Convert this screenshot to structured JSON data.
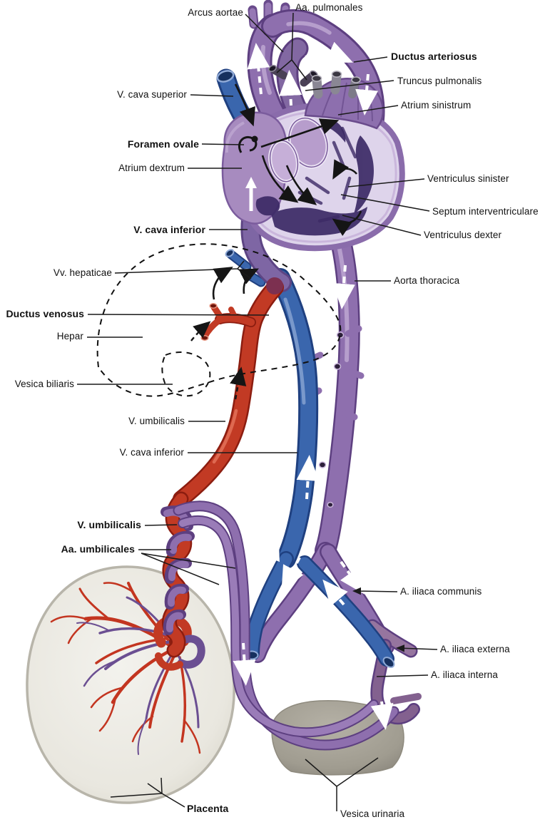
{
  "figure": {
    "type": "anatomical-diagram",
    "subject": "Fetal (prenatal) circulation with heart, great vessels, liver outline, umbilical cord, placenta and urinary bladder",
    "background_color": "#ffffff"
  },
  "colors": {
    "artery_mixed_purple": "#8e6fae",
    "vein_blue": "#3a66ad",
    "oxygenated_red": "#c23a24",
    "heart_interior": "#ded4eb",
    "heart_muscle_dark": "#3c2a66",
    "organ_grey": "#a8a49a",
    "placenta_fill": "#edece6",
    "label_text": "#111111",
    "leader_line": "#1a1a1a",
    "flow_arrow_white": "#ffffff",
    "flow_arrow_black": "#151515"
  },
  "labels": [
    {
      "id": "arcus-aortae",
      "text": "Arcus aortae",
      "bold": false
    },
    {
      "id": "aa-pulmonales",
      "text": "Aa. pulmonales",
      "bold": false
    },
    {
      "id": "ductus-arteriosus",
      "text": "Ductus arteriosus",
      "bold": true
    },
    {
      "id": "truncus-pulmonalis",
      "text": "Truncus pulmonalis",
      "bold": false
    },
    {
      "id": "atrium-sinistrum",
      "text": "Atrium sinistrum",
      "bold": false
    },
    {
      "id": "v-cava-superior",
      "text": "V. cava superior",
      "bold": false
    },
    {
      "id": "foramen-ovale",
      "text": "Foramen ovale",
      "bold": true
    },
    {
      "id": "atrium-dextrum",
      "text": "Atrium dextrum",
      "bold": false
    },
    {
      "id": "ventriculus-sinister",
      "text": "Ventriculus sinister",
      "bold": false
    },
    {
      "id": "septum-interventriculare",
      "text": "Septum interventriculare",
      "bold": false
    },
    {
      "id": "ventriculus-dexter",
      "text": "Ventriculus dexter",
      "bold": false
    },
    {
      "id": "v-cava-inferior-upper",
      "text": "V. cava inferior",
      "bold": true
    },
    {
      "id": "vv-hepaticae",
      "text": "Vv. hepaticae",
      "bold": false
    },
    {
      "id": "aorta-thoracica",
      "text": "Aorta thoracica",
      "bold": false
    },
    {
      "id": "ductus-venosus",
      "text": "Ductus venosus",
      "bold": true
    },
    {
      "id": "hepar",
      "text": "Hepar",
      "bold": false
    },
    {
      "id": "vesica-biliaris",
      "text": "Vesica biliaris",
      "bold": false
    },
    {
      "id": "v-umbilicalis-upper",
      "text": "V. umbilicalis",
      "bold": false
    },
    {
      "id": "v-cava-inferior-lower",
      "text": "V. cava inferior",
      "bold": false
    },
    {
      "id": "v-umbilicalis-lower",
      "text": "V. umbilicalis",
      "bold": true
    },
    {
      "id": "aa-umbilicales",
      "text": "Aa. umbilicales",
      "bold": true
    },
    {
      "id": "a-iliaca-communis",
      "text": "A. iliaca communis",
      "bold": false
    },
    {
      "id": "a-iliaca-externa",
      "text": "A. iliaca externa",
      "bold": false
    },
    {
      "id": "a-iliaca-interna",
      "text": "A. iliaca interna",
      "bold": false
    },
    {
      "id": "placenta",
      "text": "Placenta",
      "bold": true
    },
    {
      "id": "vesica-urinaria",
      "text": "Vesica urinaria",
      "bold": false
    }
  ]
}
